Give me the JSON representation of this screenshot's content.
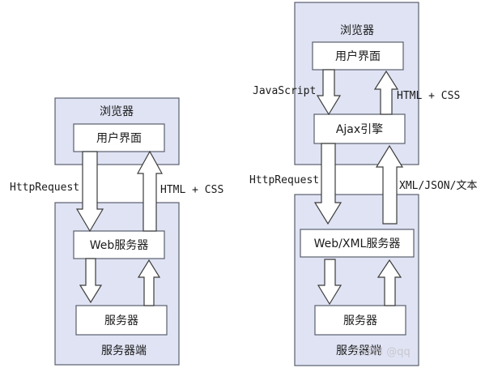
{
  "colors": {
    "container_fill": "#dfe3f3",
    "container_stroke": "#5a5f6e",
    "box_fill": "#ffffff",
    "arrow_fill": "#ffffff",
    "arrow_stroke": "#3c3c3c"
  },
  "left": {
    "browser_label": "浏览器",
    "ui_label": "用户界面",
    "request_label": "HttpRequest",
    "response_label": "HTML + CSS",
    "web_server_label": "Web服务器",
    "server_label": "服务器",
    "server_side_label": "服务器端"
  },
  "right": {
    "browser_label": "浏览器",
    "ui_label": "用户界面",
    "js_label": "JavaScript",
    "css_label": "HTML + CSS",
    "ajax_label": "Ajax引擎",
    "request_label": "HttpRequest",
    "response_label": "XML/JSON/文本",
    "web_server_label": "Web/XML服务器",
    "server_label": "服务器",
    "server_side_label": "服务器端"
  },
  "watermark": "CSDN @qq"
}
